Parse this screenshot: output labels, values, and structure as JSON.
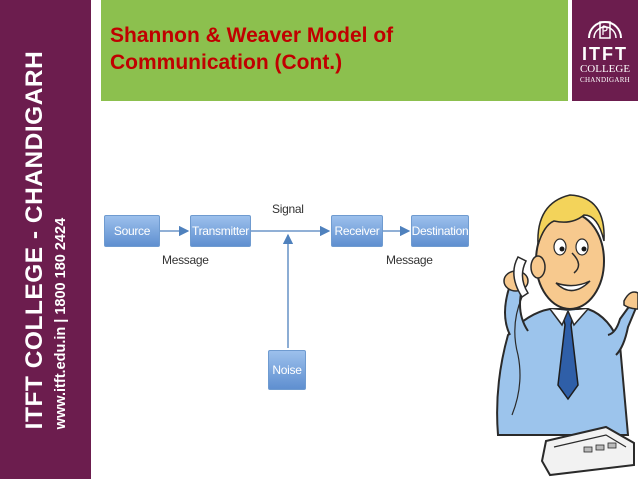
{
  "sidebar": {
    "title": "ITFT COLLEGE - CHANDIGARH",
    "contact": "www.itft.edu.in  |  1800 180 2424"
  },
  "slide": {
    "title": "Shannon & Weaver Model of Communication (Cont.)"
  },
  "logo": {
    "main": "ITFT",
    "line1": "COLLEGE",
    "line2": "CHANDIGARH"
  },
  "diagram": {
    "boxes": {
      "source": "Source",
      "transmitter": "Transmitter",
      "receiver": "Receiver",
      "destination": "Destination",
      "noise": "Noise"
    },
    "labels": {
      "signal": "Signal",
      "message_left": "Message",
      "message_right": "Message"
    }
  },
  "colors": {
    "sidebar": "#6c1d4e",
    "title_band": "#8cc04e",
    "title_text": "#c00000",
    "box_fill": "#7aa8e0",
    "arrow": "#4f81bd"
  },
  "illustration": "person-on-telephone"
}
